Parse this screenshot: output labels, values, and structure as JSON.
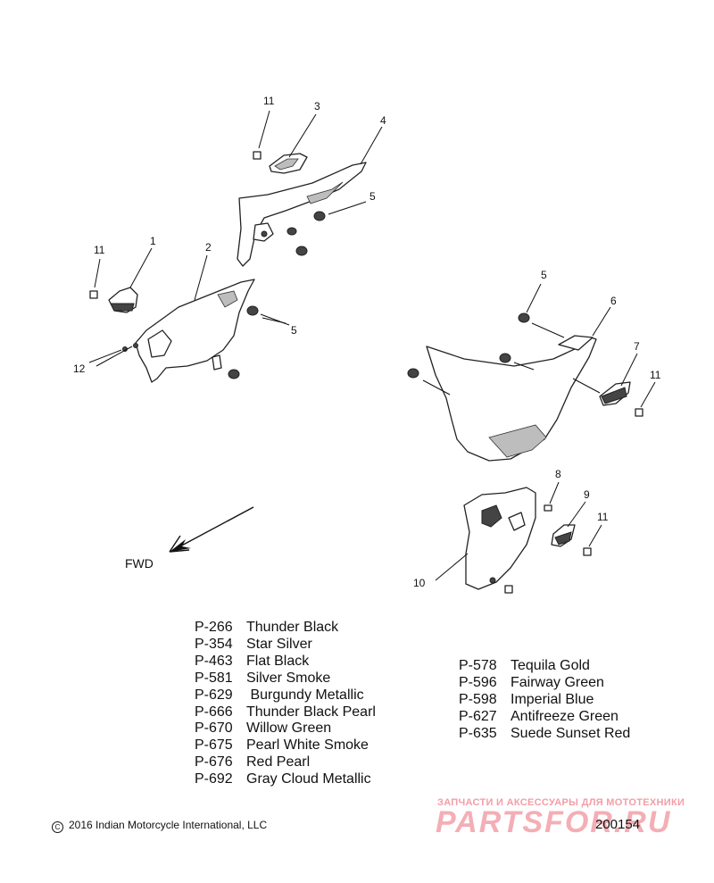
{
  "callouts": [
    {
      "id": "c11a",
      "label": "11"
    },
    {
      "id": "c3",
      "label": "3"
    },
    {
      "id": "c4",
      "label": "4"
    },
    {
      "id": "c5a",
      "label": "5"
    },
    {
      "id": "c11b",
      "label": "11"
    },
    {
      "id": "c1",
      "label": "1"
    },
    {
      "id": "c2",
      "label": "2"
    },
    {
      "id": "c5b",
      "label": "5"
    },
    {
      "id": "c12",
      "label": "12"
    },
    {
      "id": "c5c",
      "label": "5"
    },
    {
      "id": "c6",
      "label": "6"
    },
    {
      "id": "c7",
      "label": "7"
    },
    {
      "id": "c11c",
      "label": "11"
    },
    {
      "id": "c8",
      "label": "8"
    },
    {
      "id": "c9",
      "label": "9"
    },
    {
      "id": "c11d",
      "label": "11"
    },
    {
      "id": "c10",
      "label": "10"
    }
  ],
  "fwd_label": "FWD",
  "colors_left": [
    {
      "code": "P-266",
      "name": "Thunder Black"
    },
    {
      "code": "P-354",
      "name": "Star Silver"
    },
    {
      "code": "P-463",
      "name": "Flat Black"
    },
    {
      "code": "P-581",
      "name": "Silver Smoke"
    },
    {
      "code": "P-629",
      "name": " Burgundy Metallic"
    },
    {
      "code": "P-666",
      "name": "Thunder Black Pearl"
    },
    {
      "code": "P-670",
      "name": "Willow Green"
    },
    {
      "code": "P-675",
      "name": "Pearl White Smoke"
    },
    {
      "code": "P-676",
      "name": "Red Pearl"
    },
    {
      "code": "P-692",
      "name": "Gray Cloud Metallic"
    }
  ],
  "colors_right": [
    {
      "code": "P-578",
      "name": "Tequila Gold"
    },
    {
      "code": "P-596",
      "name": "Fairway Green"
    },
    {
      "code": "P-598",
      "name": "Imperial Blue"
    },
    {
      "code": "P-627",
      "name": "Antifreeze Green"
    },
    {
      "code": "P-635",
      "name": "Suede Sunset Red"
    }
  ],
  "copyright": "2016 Indian Motorcycle International, LLC",
  "copyright_symbol": "C",
  "diagram_number": "200154",
  "watermark": {
    "subtitle": "ЗАПЧАСТИ И АКСЕССУАРЫ ДЛЯ МОТОТЕХНИКИ",
    "logo": "PARTSFOR.RU",
    "color": "#e74c5c"
  }
}
